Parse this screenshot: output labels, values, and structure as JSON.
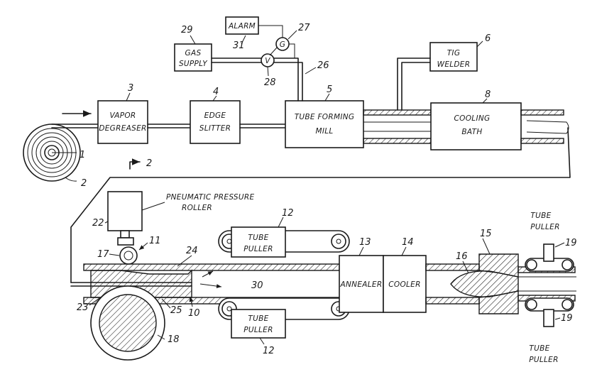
{
  "boxes": {
    "alarm": "ALARM",
    "gas_supply_1": "GAS",
    "gas_supply_2": "SUPPLY",
    "tig_1": "TIG",
    "tig_2": "WELDER",
    "vapor_1": "VAPOR",
    "vapor_2": "DEGREASER",
    "edge_1": "EDGE",
    "edge_2": "SLITTER",
    "tube_mill": "TUBE FORMING",
    "tube_mill_2": "MILL",
    "cooling_1": "COOLING",
    "cooling_2": "BATH",
    "annealer": "ANNEALER",
    "cooler": "COOLER",
    "tube_puller_upper_1": "TUBE",
    "tube_puller_upper_2": "PULLER",
    "tube_puller_lower_1": "TUBE",
    "tube_puller_lower_2": "PULLER",
    "right_puller_top_1": "TUBE",
    "right_puller_top_2": "PULLER",
    "right_puller_bot_1": "TUBE",
    "right_puller_bot_2": "PULLER",
    "pneumatic_1": "PNEUMATIC PRESSURE",
    "pneumatic_2": "ROLLER"
  },
  "symbols": {
    "gauge": "G",
    "valve": "V"
  },
  "section_mark": "2",
  "refs": {
    "r1": "1",
    "r2": "2",
    "r3": "3",
    "r4": "4",
    "r5": "5",
    "r6": "6",
    "r8": "8",
    "r10": "10",
    "r11": "11",
    "r12a": "12",
    "r12b": "12",
    "r13": "13",
    "r14": "14",
    "r15": "15",
    "r16": "16",
    "r17": "17",
    "r18": "18",
    "r19a": "19",
    "r19b": "19",
    "r22": "22",
    "r23": "23",
    "r24": "24",
    "r25": "25",
    "r26": "26",
    "r27": "27",
    "r28": "28",
    "r29": "29",
    "r30": "30",
    "r31": "31"
  }
}
